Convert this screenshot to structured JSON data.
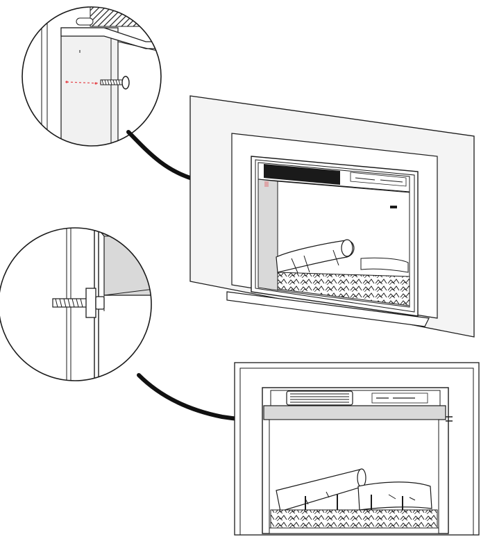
{
  "diagram": {
    "description_text": "",
    "colors": {
      "line": "#1a1a1a",
      "light_line": "#777777",
      "panel_fill": "#f4f4f4",
      "mid_fill": "#d9d9d9",
      "dark_fill": "#2a2a2a",
      "marker": "#e5484d"
    },
    "parts": [
      "detail-callout-top",
      "detail-callout-bottom",
      "fireplace-insert-in-wall",
      "fireplace-insert-front-view"
    ]
  }
}
